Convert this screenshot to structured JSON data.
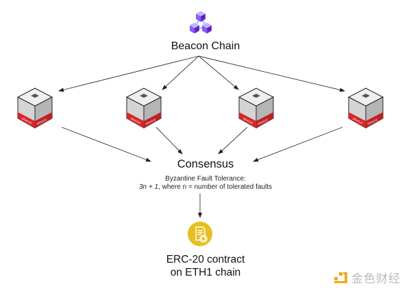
{
  "diagram": {
    "beacon": {
      "label": "Beacon Chain",
      "icon": "cubes-network-icon",
      "color": "#8b5cf6"
    },
    "nodes": [
      {
        "label": "ORACLE",
        "icon": "oracle-server-cube-icon"
      },
      {
        "label": "ORACLE",
        "icon": "oracle-server-cube-icon"
      },
      {
        "label": "ORACLE",
        "icon": "oracle-server-cube-icon"
      },
      {
        "label": "ORACLE",
        "icon": "oracle-server-cube-icon"
      }
    ],
    "node_accent": "#d9252b",
    "consensus": {
      "title": "Consensus",
      "subtitle": "Byzantine Fault Tolerance:",
      "formula": "3n + 1",
      "formula_rest": ", where n = number of tolerated faults"
    },
    "output": {
      "line1": "ERC-20 contract",
      "line2": "on ETH1 chain",
      "icon": "certificate-icon",
      "color": "#e8bf22"
    },
    "edges": [
      {
        "from": "beacon",
        "to": "node-1"
      },
      {
        "from": "beacon",
        "to": "node-2"
      },
      {
        "from": "beacon",
        "to": "node-3"
      },
      {
        "from": "beacon",
        "to": "node-4"
      },
      {
        "from": "node-1",
        "to": "consensus"
      },
      {
        "from": "node-2",
        "to": "consensus"
      },
      {
        "from": "node-3",
        "to": "consensus"
      },
      {
        "from": "node-4",
        "to": "consensus"
      },
      {
        "from": "consensus",
        "to": "output"
      }
    ]
  },
  "watermark": {
    "text": "金色财经",
    "color": "#f0a81e"
  }
}
